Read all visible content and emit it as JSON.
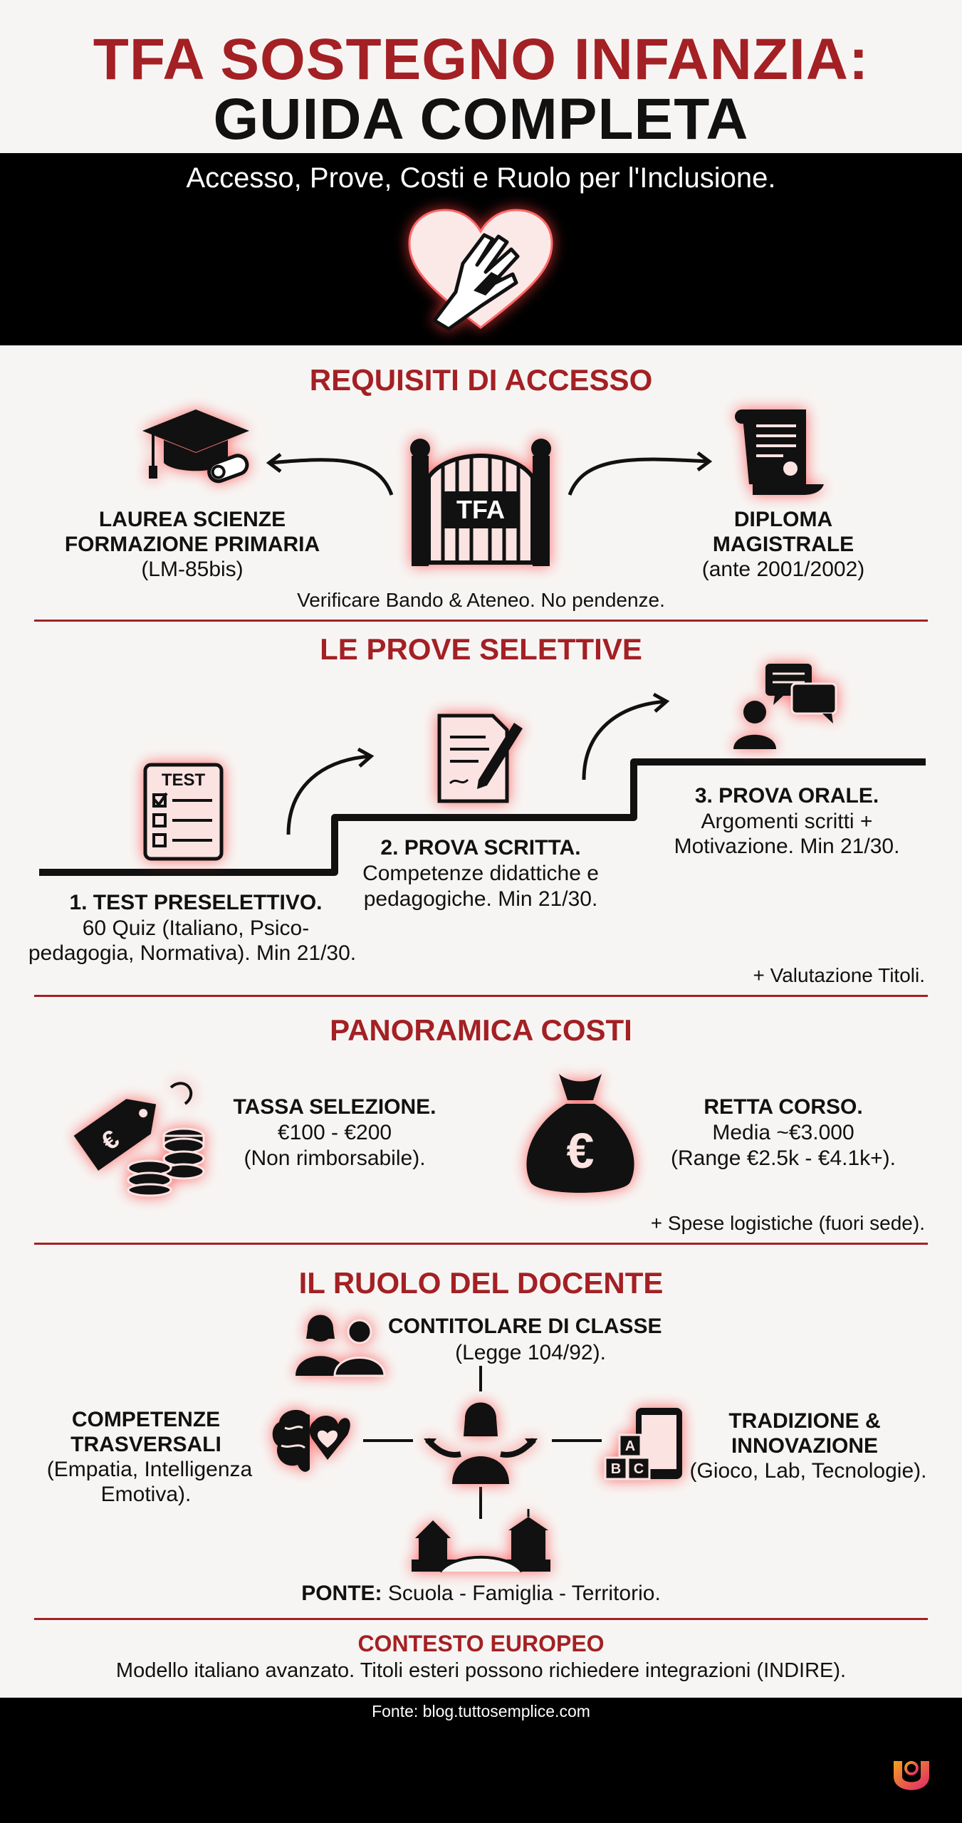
{
  "header": {
    "title_line1": "TFA SOSTEGNO INFANZIA:",
    "title_line2": "GUIDA COMPLETA",
    "subtitle": "Accesso, Prove, Costi e Ruolo per l'Inclusione.",
    "hero_icon": "heart-hands-icon"
  },
  "requisiti": {
    "title": "REQUISITI DI ACCESSO",
    "gate_label": "TFA",
    "left": {
      "line1": "LAUREA SCIENZE",
      "line2": "FORMAZIONE PRIMARIA",
      "note": "(LM-85bis)",
      "icon": "graduation-cap-icon"
    },
    "right": {
      "line1": "DIPLOMA",
      "line2": "MAGISTRALE",
      "note": "(ante 2001/2002)",
      "icon": "diploma-scroll-icon"
    },
    "footnote": "Verificare Bando & Ateneo. No pendenze."
  },
  "prove": {
    "title": "LE PROVE SELETTIVE",
    "test_icon_label": "TEST",
    "step1": {
      "title": "1. TEST PRESELETTIVO.",
      "line1": "60 Quiz (Italiano, Psico-",
      "line2": "pedagogia, Normativa). Min 21/30."
    },
    "step2": {
      "title": "2. PROVA SCRITTA.",
      "line1": "Competenze didattiche e",
      "line2": "pedagogiche. Min 21/30."
    },
    "step3": {
      "title": "3. PROVA ORALE.",
      "line1": "Argomenti scritti +",
      "line2": "Motivazione. Min 21/30."
    },
    "footnote": "+ Valutazione Titoli."
  },
  "costi": {
    "title": "PANORAMICA COSTI",
    "tassa": {
      "title": "TASSA SELEZIONE.",
      "line1": "€100 - €200",
      "line2": "(Non rimborsabile)."
    },
    "retta": {
      "title": "RETTA CORSO.",
      "line1": "Media ~€3.000",
      "line2": "(Range €2.5k - €4.1k+)."
    },
    "footnote": "+ Spese logistiche (fuori sede)."
  },
  "ruolo": {
    "title": "IL RUOLO DEL DOCENTE",
    "top": {
      "title": "CONTITOLARE DI CLASSE",
      "note": "(Legge 104/92)."
    },
    "left": {
      "line1": "COMPETENZE",
      "line2": "TRASVERSALI",
      "line3": "(Empatia, Intelligenza",
      "line4": "Emotiva)."
    },
    "right": {
      "line1": "TRADIZIONE &",
      "line2": "INNOVAZIONE",
      "line3": "(Gioco, Lab, Tecnologie)."
    },
    "bottom": {
      "bold": "PONTE:",
      "text": " Scuola - Famiglia - Territorio."
    },
    "blocks_letters": [
      "A",
      "B",
      "C"
    ]
  },
  "europa": {
    "title": "CONTESTO EUROPEO",
    "text": "Modello italiano avanzato. Titoli esteri possono richiedere integrazioni (INDIRE)."
  },
  "footer": {
    "source": "Fonte: blog.tuttosemplice.com",
    "logo_icon": "brand-logo-icon"
  }
}
